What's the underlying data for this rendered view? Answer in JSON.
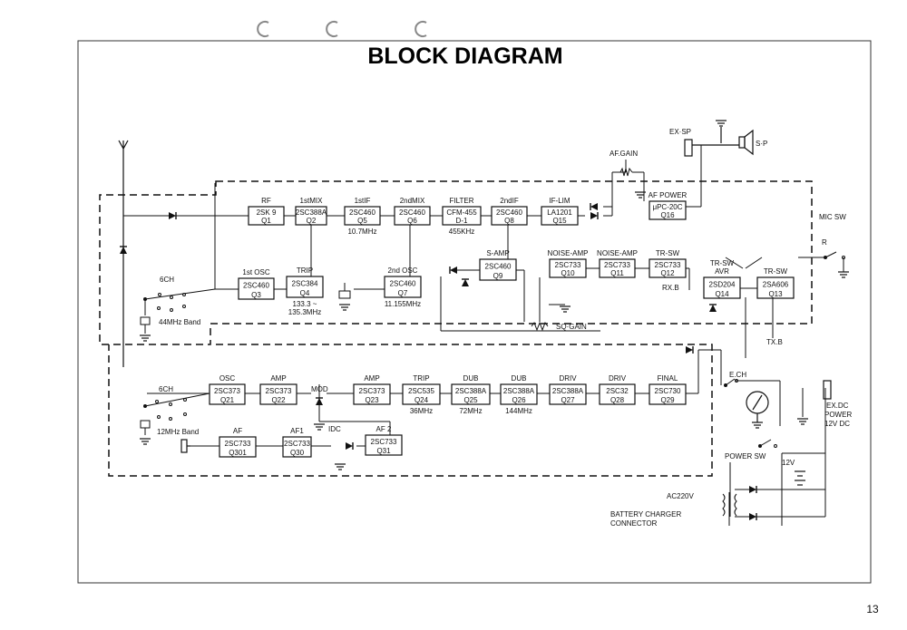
{
  "title": "BLOCK DIAGRAM",
  "page_number": "13",
  "section_labels": {
    "mic_sw": "MIC SW",
    "ex_sp": "EX·SP",
    "sp": "S·P",
    "af_gain": "AF.GAIN",
    "sq_gain": "SQ·GAIN",
    "rx_b": "RX.B",
    "tx_b": "TX.B",
    "r": "R",
    "ch6_upper": "6CH",
    "band44": "44MHz Band",
    "ch6_lower": "6CH",
    "band12": "12MHz Band",
    "e_ch": "E.CH",
    "power_sw": "POWER SW",
    "batt12": "12V",
    "ac220": "AC220V",
    "charger1": "BATTERY CHARGER",
    "charger2": "CONNECTOR",
    "ex_dc1": "EX.DC",
    "ex_dc2": "POWER",
    "ex_dc3": "12V DC"
  },
  "blocks": {
    "rf": {
      "head": "RF",
      "part": "2SK 9",
      "ref": "Q1"
    },
    "mix1": {
      "head": "1stMIX",
      "part": "2SC388A",
      "ref": "Q2"
    },
    "if1": {
      "head": "1stIF",
      "part": "2SC460",
      "ref": "Q5",
      "note": "10.7MHz"
    },
    "mix2": {
      "head": "2ndMIX",
      "part": "2SC460",
      "ref": "Q6"
    },
    "filter": {
      "head": "FILTER",
      "part": "CFM-455",
      "ref": "D-1",
      "note": "455KHz"
    },
    "if2": {
      "head": "2ndIF",
      "part": "2SC460",
      "ref": "Q8"
    },
    "iflim": {
      "head": "IF-LIM",
      "part": "LA1201",
      "ref": "Q15"
    },
    "afpower": {
      "head": "AF POWER",
      "part": "μPC-20C",
      "ref": "Q16"
    },
    "osc1": {
      "head": "1st OSC",
      "part": "2SC460",
      "ref": "Q3"
    },
    "trip_u": {
      "head": "TRIP",
      "part": "2SC384",
      "ref": "Q4",
      "note1": "133.3 ~",
      "note2": "135.3MHz"
    },
    "osc2": {
      "head": "2nd OSC",
      "part": "2SC460",
      "ref": "Q7",
      "note": "11.155MHz"
    },
    "samp": {
      "head": "S-AMP",
      "part": "2SC460",
      "ref": "Q9"
    },
    "noise1": {
      "head": "NOISE-AMP",
      "part": "2SC733",
      "ref": "Q10"
    },
    "noise2": {
      "head": "NOISE-AMP",
      "part": "2SC733",
      "ref": "Q11"
    },
    "trsw_a": {
      "head": "TR-SW",
      "part": "2SC733",
      "ref": "Q12"
    },
    "avr": {
      "head": "AVR",
      "head2": "TR-SW",
      "part": "2SD204",
      "ref": "Q14"
    },
    "trsw_b": {
      "head": "TR-SW",
      "part": "2SA606",
      "ref": "Q13"
    },
    "osc_l": {
      "head": "OSC",
      "part": "2SC373",
      "ref": "Q21"
    },
    "amp_l": {
      "head": "AMP",
      "part": "2SC373",
      "ref": "Q22"
    },
    "amp2_l": {
      "head": "AMP",
      "part": "2SC373",
      "ref": "Q23"
    },
    "trip_l": {
      "head": "TRIP",
      "part": "2SC535",
      "ref": "Q24",
      "note": "36MHz"
    },
    "dub1": {
      "head": "DUB",
      "part": "2SC388A",
      "ref": "Q25",
      "note": "72MHz"
    },
    "dub2": {
      "head": "DUB",
      "part": "2SC388A",
      "ref": "Q26",
      "note": "144MHz"
    },
    "driv1": {
      "head": "DRIV",
      "part": "2SC388A",
      "ref": "Q27"
    },
    "driv2": {
      "head": "DRIV",
      "part": "2SC32",
      "ref": "Q28"
    },
    "final": {
      "head": "FINAL",
      "part": "2SC730",
      "ref": "Q29"
    },
    "af_l": {
      "head": "AF",
      "part": "2SC733",
      "ref": "Q301"
    },
    "af1_l": {
      "head": "AF1",
      "part": "2SC733",
      "ref": "Q30"
    },
    "af2_l": {
      "head": "AF 2",
      "part": "2SC733",
      "ref": "Q31"
    },
    "mod": {
      "head": "MOD"
    },
    "idc": {
      "head": "IDC"
    }
  }
}
